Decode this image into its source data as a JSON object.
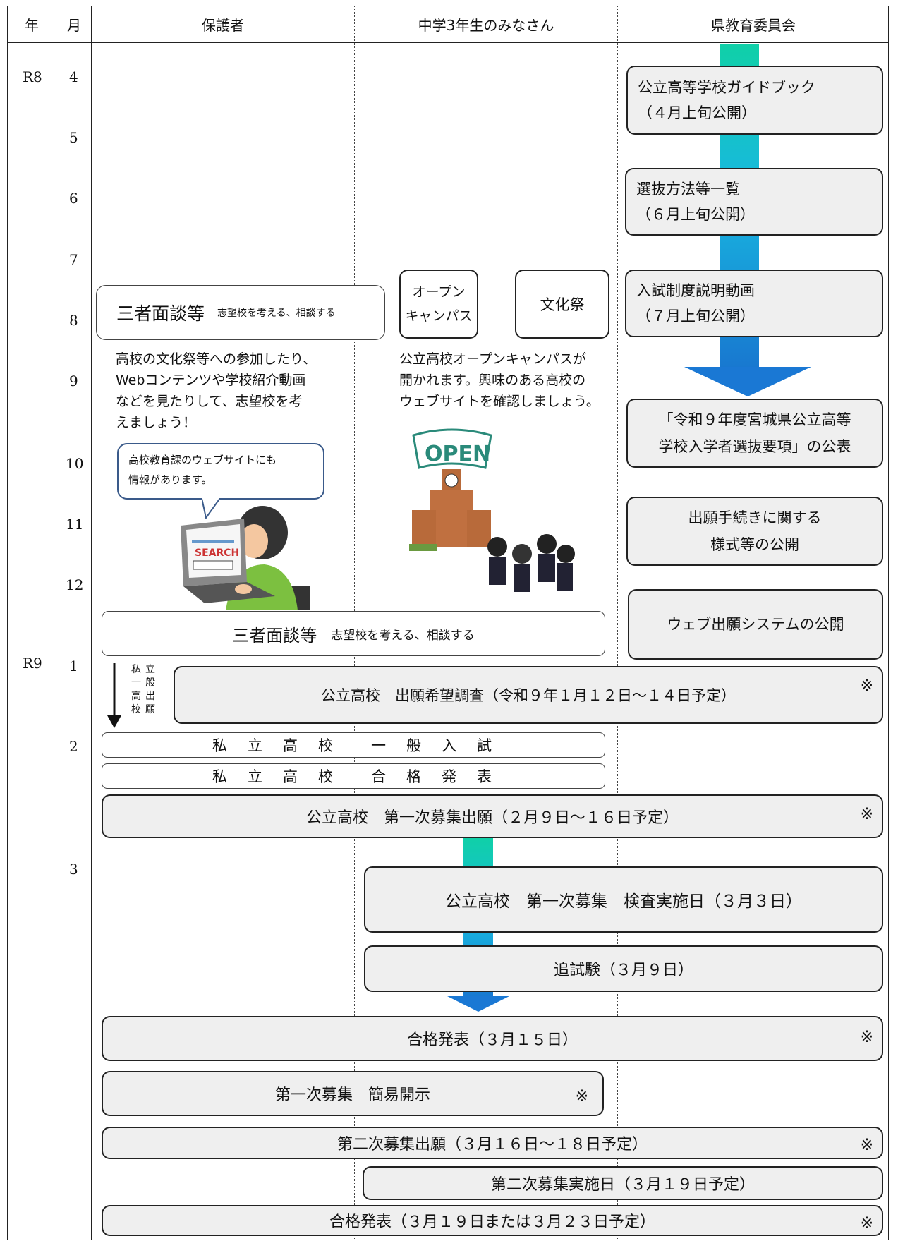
{
  "headers": {
    "year": "年",
    "month": "月",
    "guardian": "保護者",
    "students": "中学3年生のみなさん",
    "board": "県教育委員会"
  },
  "years": {
    "r8": "R8",
    "r9": "R9"
  },
  "months": [
    "4",
    "5",
    "6",
    "7",
    "8",
    "9",
    "10",
    "11",
    "12",
    "1",
    "2",
    "3"
  ],
  "board_boxes": {
    "guidebook": "公立高等学校ガイドブック\n（４月上旬公開）",
    "selection": "選抜方法等一覧\n（６月上旬公開）",
    "video": "入試制度説明動画\n（７月上旬公開）",
    "guidelines": "「令和９年度宮城県公立高等\n学校入学者選抜要項」の公表",
    "forms": "出願手続きに関する\n様式等の公開",
    "web_system": "ウェブ出願システムの公開"
  },
  "guardian": {
    "meeting1_main": "三者面談等",
    "meeting1_sub": "志望校を考える、相談する",
    "advice": "高校の文化祭等への参加したり、\nWebコンテンツや学校紹介動画\nなどを見たりして、志望校を考\nえましょう！",
    "bubble": "高校教育課のウェブサイトにも\n情報があります。",
    "search_label": "SEARCH"
  },
  "students": {
    "open_campus": "オープン\nキャンパス",
    "festival": "文化祭",
    "note": "公立高校オープンキャンパスが\n開かれます。興味のある高校の\nウェブサイトを確認しましょう。",
    "open_sign": "OPEN"
  },
  "meeting2_main": "三者面談等",
  "meeting2_sub": "志望校を考える、相談する",
  "private_general_label": "私立\n一般\n高出\n校願",
  "survey": "公立高校　出願希望調査（令和９年１月１２日～１４日予定）",
  "private_exam": [
    "私",
    "立",
    "高",
    "校",
    "",
    "一",
    "般",
    "入",
    "試"
  ],
  "private_result": [
    "私",
    "立",
    "高",
    "校",
    "",
    "合",
    "格",
    "発",
    "表"
  ],
  "private_exam_text": "私　立　高　校　　一　般　入　試",
  "private_result_text": "私　立　高　校　　合　格　発　表",
  "first_apply": "公立高校　第一次募集出願（２月９日～１６日予定）",
  "first_exam": "公立高校　第一次募集　検査実施日（３月３日）",
  "makeup": "追試験（３月９日）",
  "result1": "合格発表（３月１５日）",
  "disclosure": "第一次募集　簡易開示",
  "second_apply": "第二次募集出願（３月１６日～１８日予定）",
  "second_exam": "第二次募集実施日（３月１９日予定）",
  "result2": "合格発表（３月１９日または３月２３日予定）",
  "mark": "※",
  "colors": {
    "arrow_top": "#10d0a8",
    "arrow_mid": "#18b8e0",
    "arrow_bottom": "#1878d0",
    "box_bg": "#efefef"
  }
}
